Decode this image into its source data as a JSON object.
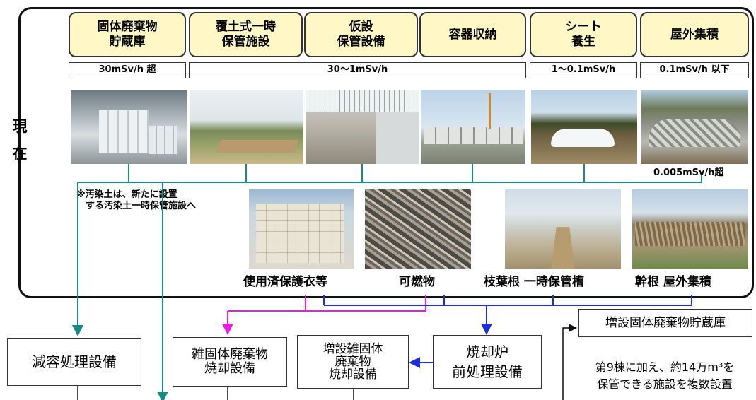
{
  "current_label": "現\n在",
  "categories": [
    {
      "label": "固体廃棄物\n貯蔵庫"
    },
    {
      "label": "覆土式一時\n保管施設"
    },
    {
      "label": "仮設\n保管設備"
    },
    {
      "label": "容器収納"
    },
    {
      "label": "シート\n養生"
    },
    {
      "label": "屋外集積"
    }
  ],
  "dose_ranges": [
    "30mSv/h 超",
    "30〜1mSv/h",
    "1〜0.1mSv/h",
    "0.1mSv/h 以下"
  ],
  "dose_note": "0.005mSv/h超",
  "soil_note": "※汚染土は、新たに設置\n　する汚染土一時保管施設へ",
  "waste_items": [
    "使用済保護衣等",
    "可燃物",
    "枝葉根 一時保管槽",
    "幹根 屋外集積"
  ],
  "facilities": {
    "volume_reduction": "減容処理設備",
    "misc_incinerator": "雑固体廃棄物\n焼却設備",
    "additional_incinerator": "増設雑固体\n廃棄物\n焼却設備",
    "incinerator_pretreatment": "焼却炉\n前処理設備",
    "additional_storage": "増設固体廃棄物貯蔵庫",
    "storage_note": "第9棟に加え、約14万m³を\n保管できる施設を複数設置"
  },
  "colors": {
    "teal": "#1a8a84",
    "magenta": "#e81ce0",
    "blue": "#1f2fd6",
    "tab_fill": "#fff8c6"
  }
}
